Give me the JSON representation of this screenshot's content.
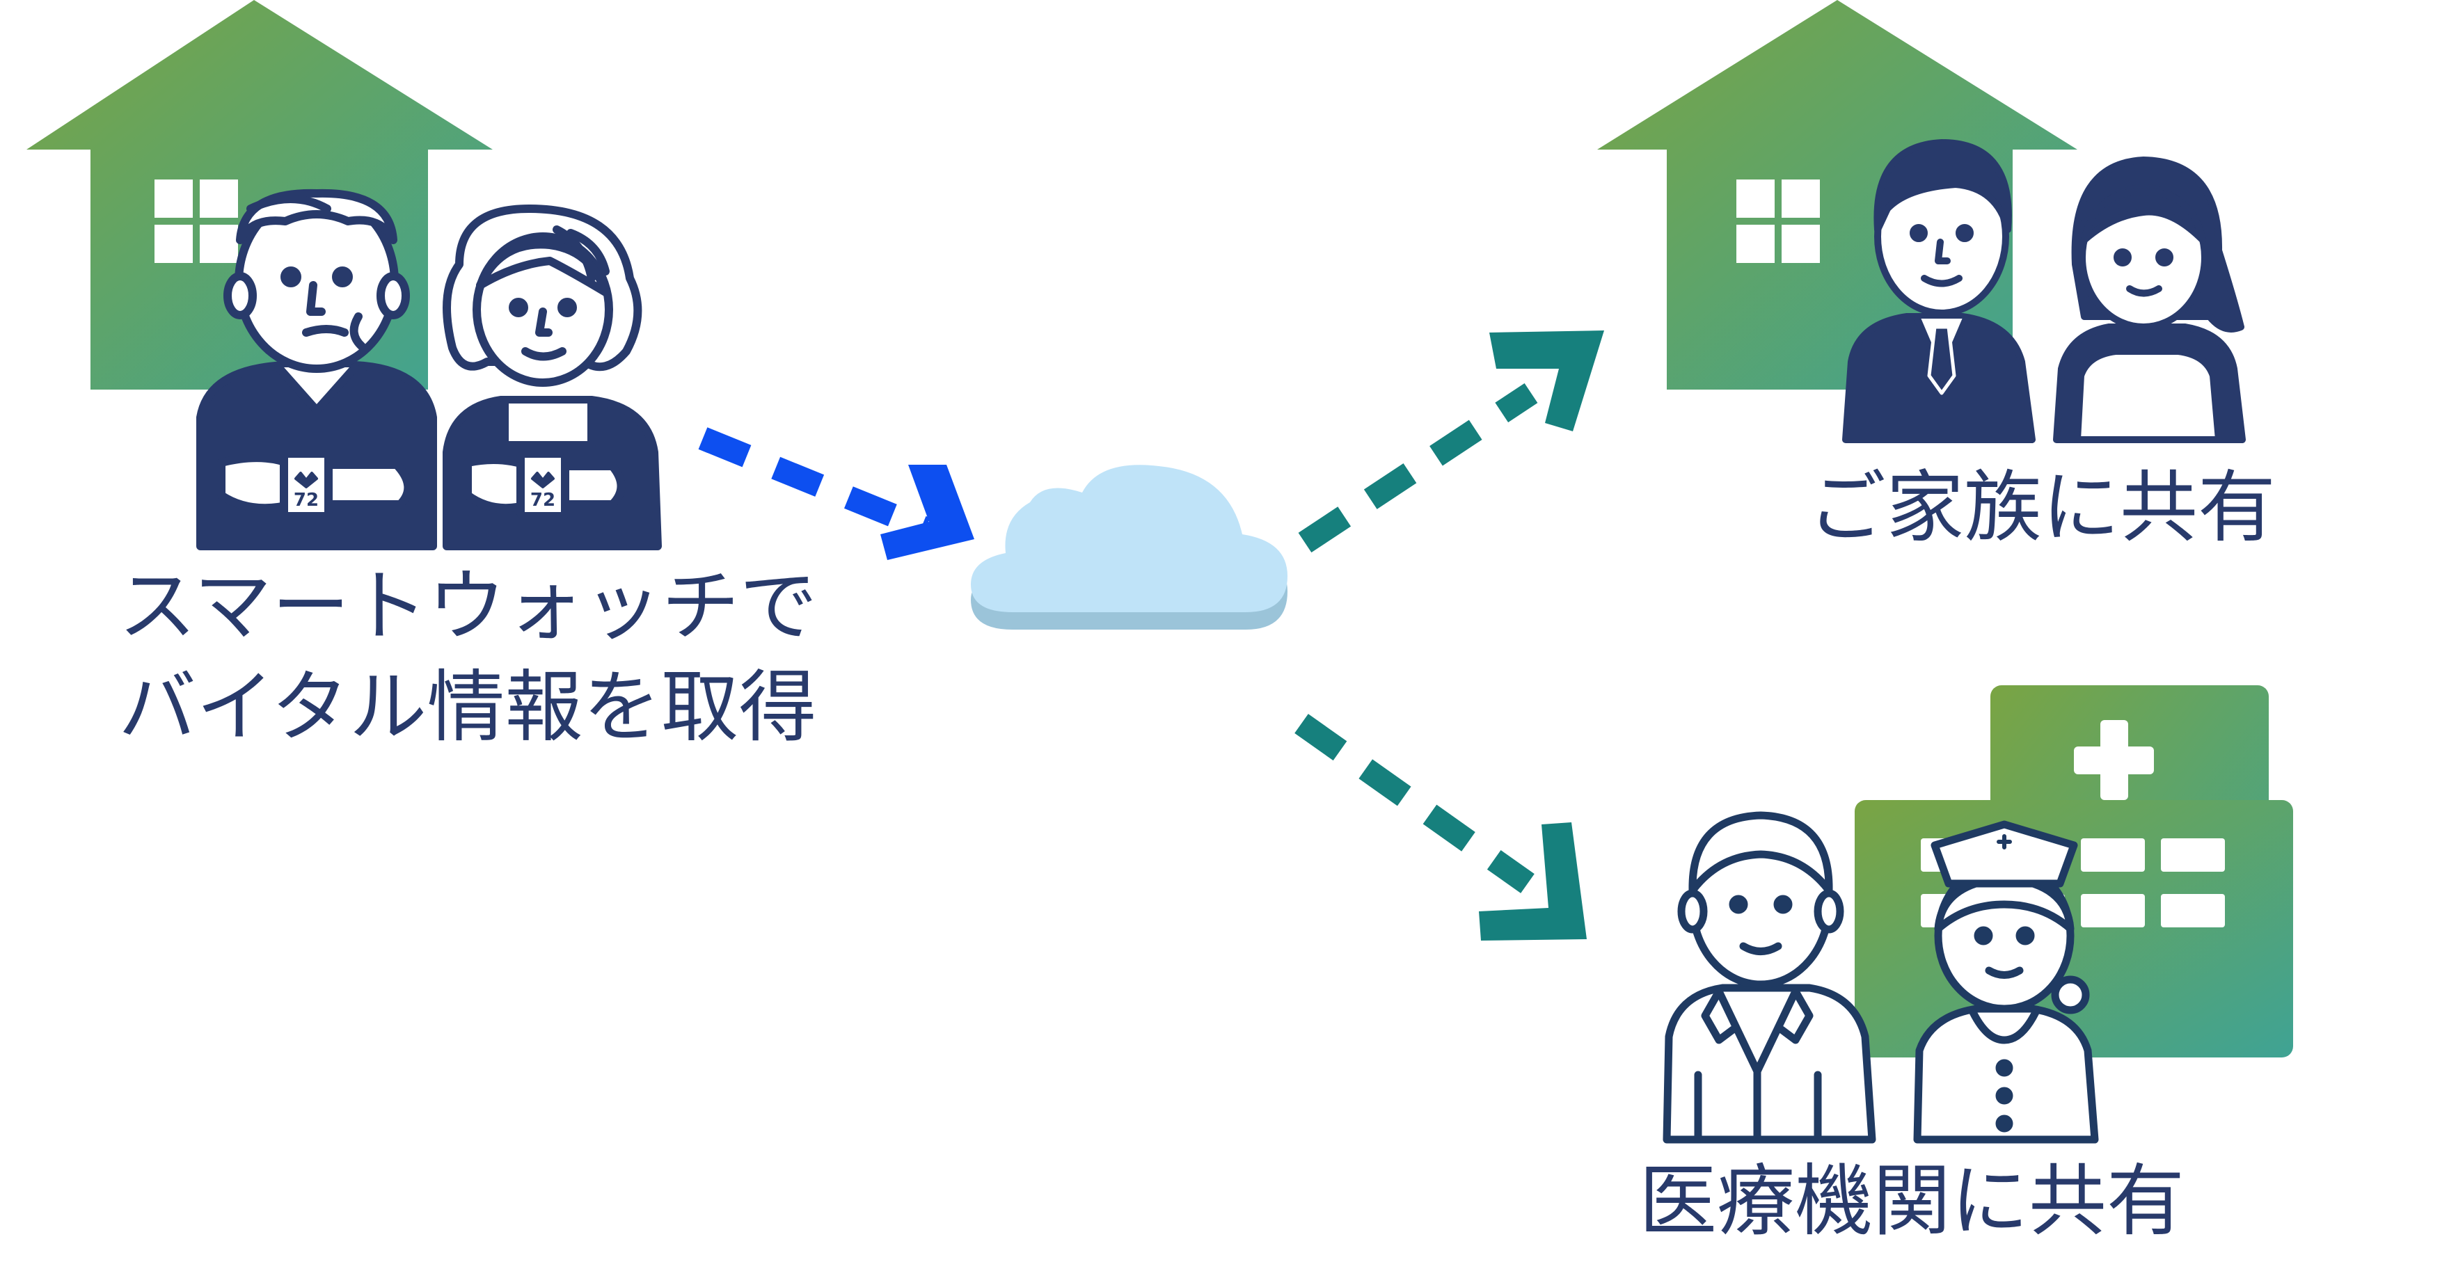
{
  "colors": {
    "navy": "#283a6b",
    "house_green": "#7aa443",
    "house_teal": "#3fa394",
    "arrow_blue": "#0d4ff0",
    "arrow_teal": "#16807d",
    "cloud": "#bfe3f8",
    "cloud_shadow": "#9bc4d9"
  },
  "icons": {
    "senior_house": "house-icon",
    "family_house": "house-icon",
    "hospital": "hospital-icon",
    "cloud": "cloud-icon",
    "smartwatch_value": "72"
  },
  "captions": {
    "source_line1": "スマートウォッチで",
    "source_line2": "バイタル情報を取得",
    "family": "ご家族に共有",
    "medical": "医療機関に共有"
  }
}
